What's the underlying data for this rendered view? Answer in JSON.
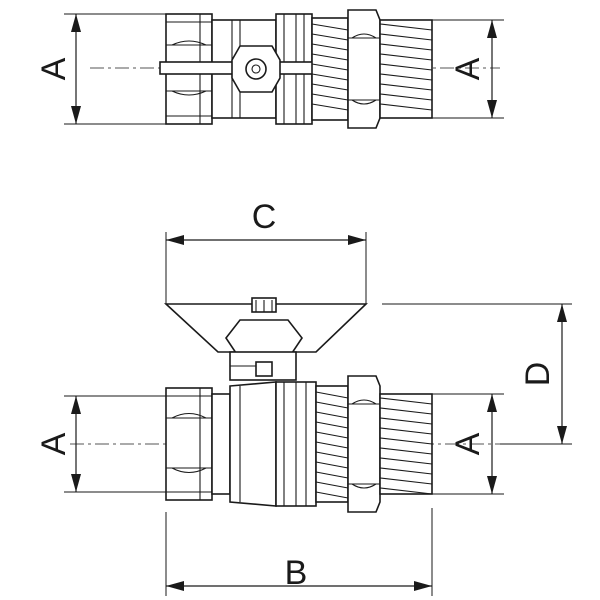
{
  "labels": {
    "top_left_dim": "A",
    "top_right_dim": "A",
    "handle_width_dim": "C",
    "height_dim": "D",
    "front_left_dim": "A",
    "front_right_dim": "A",
    "length_dim": "B"
  }
}
